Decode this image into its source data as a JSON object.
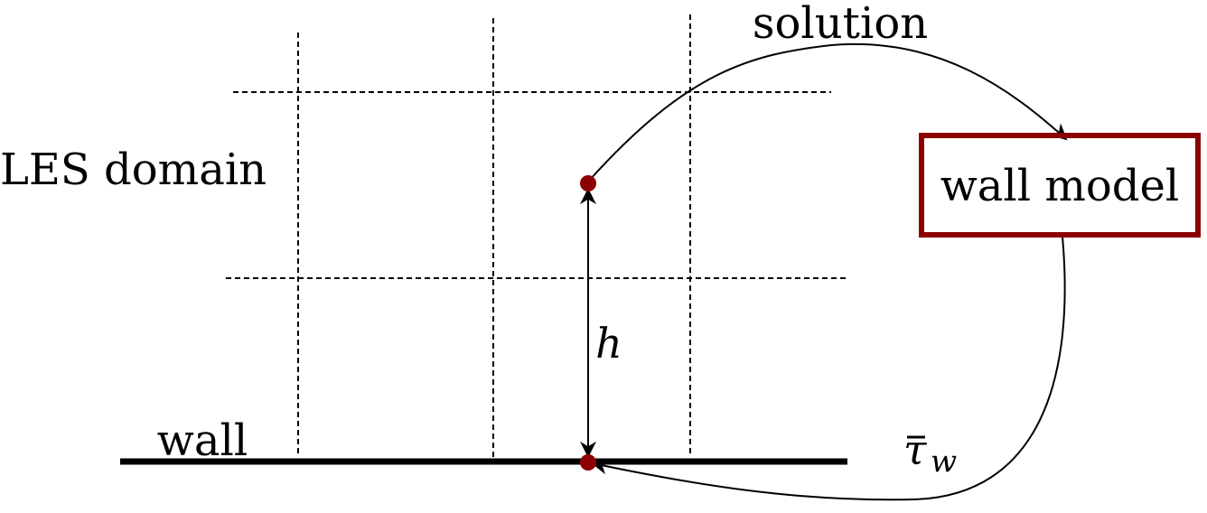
{
  "labels": {
    "les_domain": "LES domain",
    "wall": "wall",
    "wall_model": "wall model",
    "solution": "solution",
    "height": "h",
    "shear_stress_symbol": "τ",
    "shear_stress_subscript": "w"
  },
  "colors": {
    "accent": "#8b0000",
    "line": "#000000",
    "background": "#ffffff"
  }
}
